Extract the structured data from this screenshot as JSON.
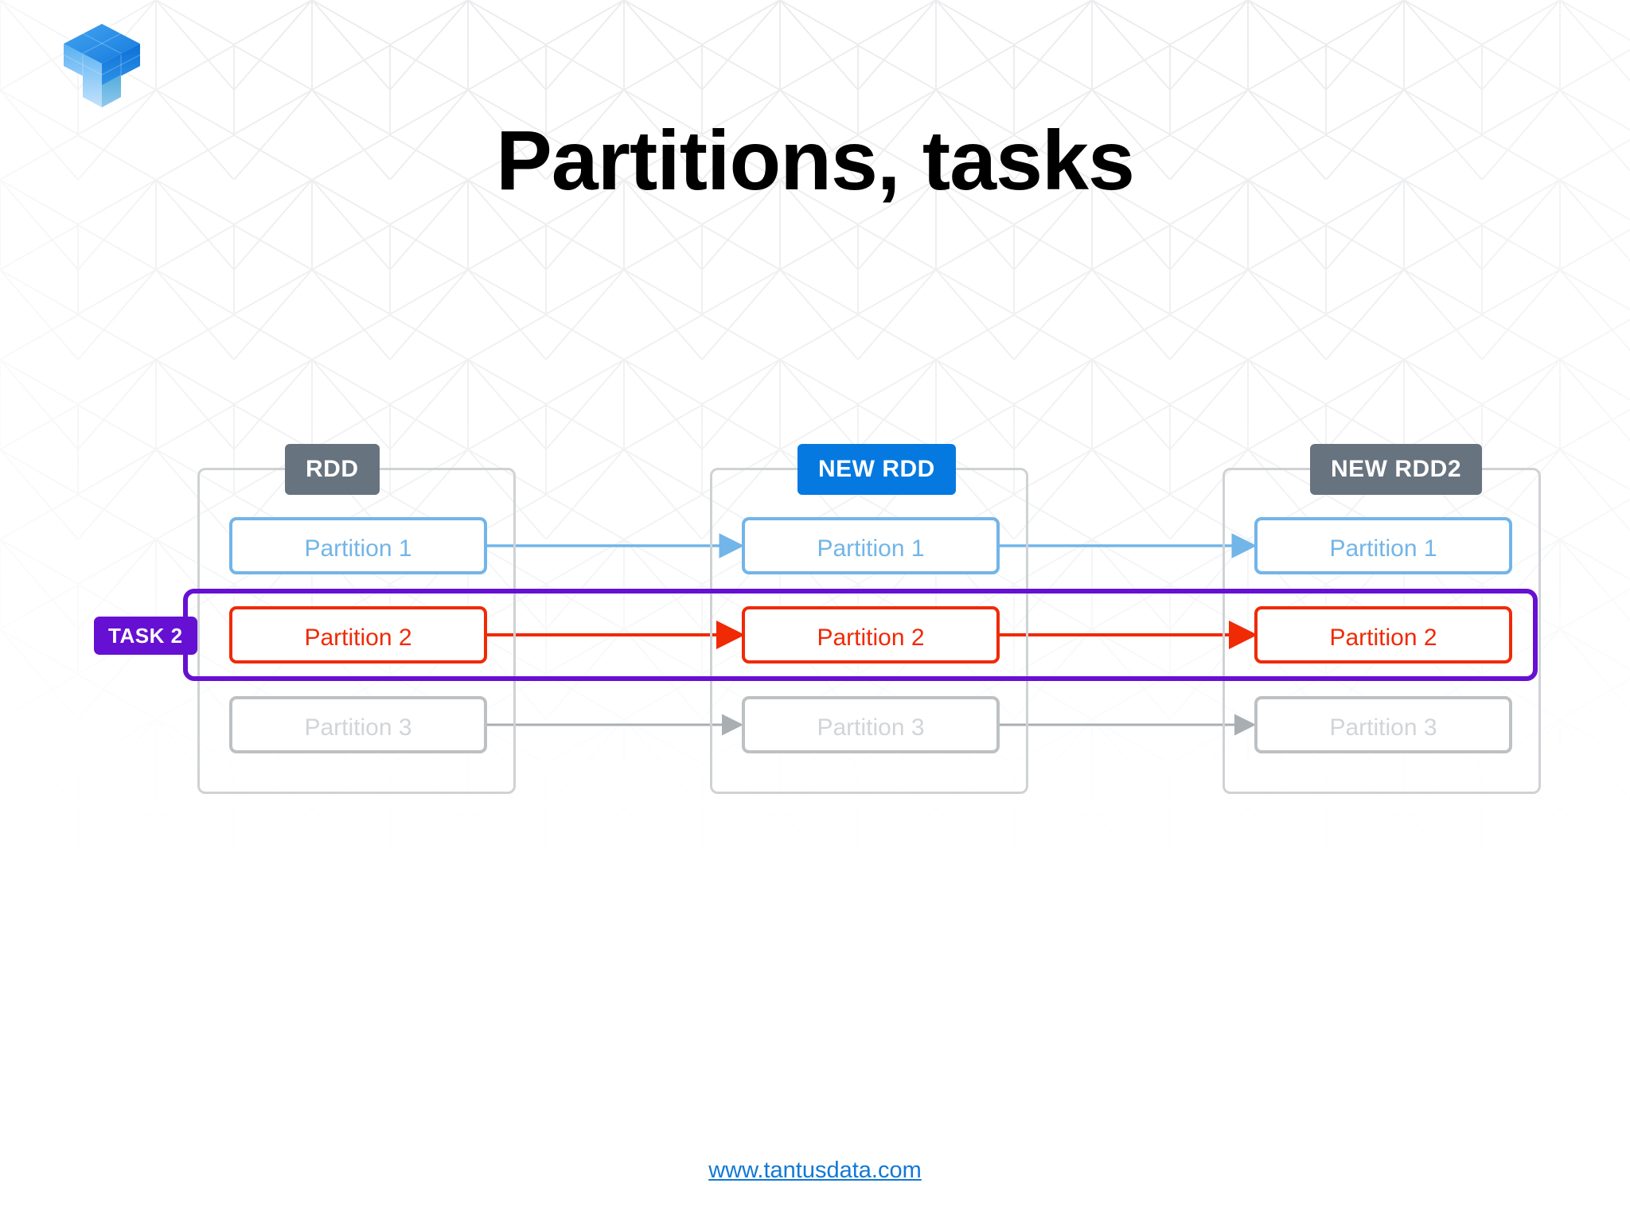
{
  "slide": {
    "title": "Partitions, tasks",
    "footer_link": "www.tantusdata.com",
    "logo_icon": "tantusdata-isometric-t-logo"
  },
  "colors": {
    "badge_gray": "#67737f",
    "badge_blue": "#0579e0",
    "partition_blue": "#72b5e8",
    "partition_red": "#ef2a05",
    "partition_gray": "#bdc1c4",
    "task_purple": "#6610d3",
    "group_border": "#cfd2d4",
    "link_blue": "#1278d4"
  },
  "diagram": {
    "groups": [
      {
        "badge": "RDD",
        "badge_style": "gray",
        "partitions": [
          {
            "label": "Partition 1",
            "style": "blue"
          },
          {
            "label": "Partition 2",
            "style": "red"
          },
          {
            "label": "Partition 3",
            "style": "gray"
          }
        ]
      },
      {
        "badge": "NEW RDD",
        "badge_style": "blue",
        "partitions": [
          {
            "label": "Partition 1",
            "style": "blue"
          },
          {
            "label": "Partition 2",
            "style": "red"
          },
          {
            "label": "Partition 3",
            "style": "gray"
          }
        ]
      },
      {
        "badge": "NEW RDD2",
        "badge_style": "gray",
        "partitions": [
          {
            "label": "Partition 1",
            "style": "blue"
          },
          {
            "label": "Partition 2",
            "style": "red"
          },
          {
            "label": "Partition 3",
            "style": "gray"
          }
        ]
      }
    ],
    "task_label": "TASK 2"
  }
}
